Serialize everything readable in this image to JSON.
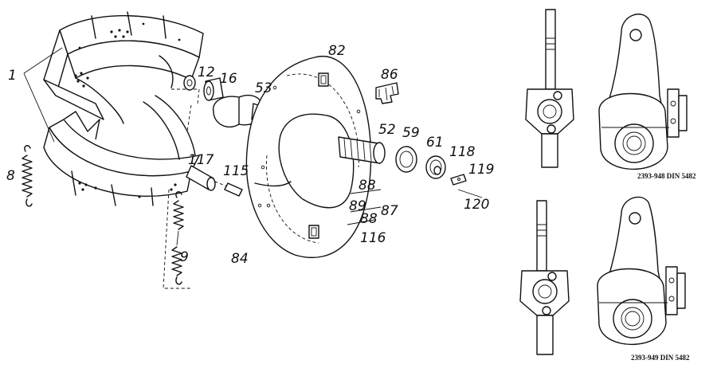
{
  "part_labels": {
    "p1": "1",
    "p8": "8",
    "p9": "9",
    "p12": "12",
    "p16": "16",
    "p53": "53",
    "p82": "82",
    "p84": "84",
    "p86": "86",
    "p52": "52",
    "p59": "59",
    "p61": "61",
    "p118": "118",
    "p119": "119",
    "p120": "120",
    "p117": "117",
    "p115": "115",
    "p88a": "88",
    "p89": "89",
    "p87": "87",
    "p88b": "88",
    "p116": "116"
  },
  "captions": {
    "top": "2393-948 DIN 5482",
    "bottom": "2393-949 DIN 5482"
  }
}
